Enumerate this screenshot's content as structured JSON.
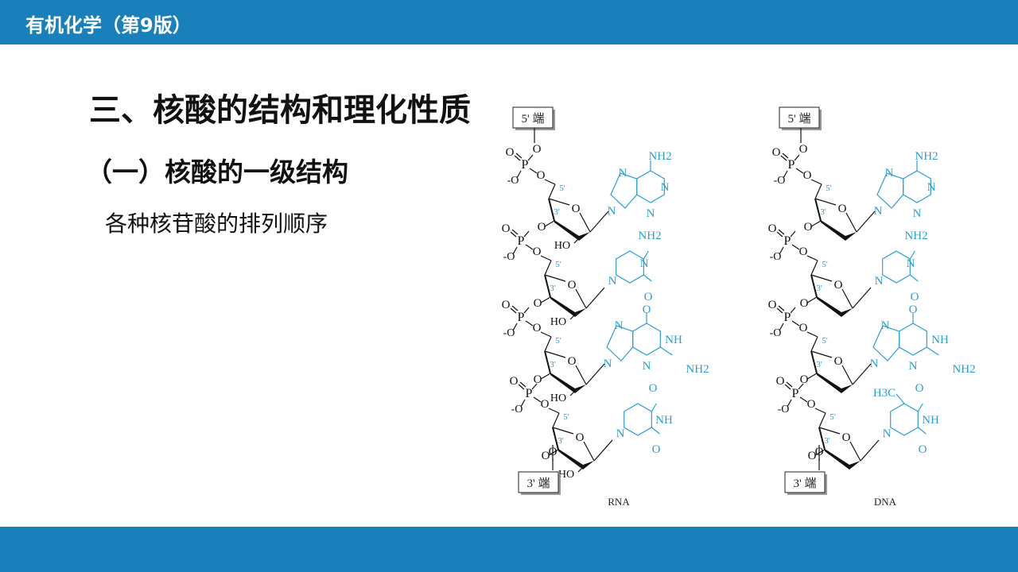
{
  "header": {
    "title": "有机化学（第9版）"
  },
  "slide": {
    "heading": "三、核酸的结构和理化性质",
    "subheading": "（一）核酸的一级结构",
    "body": "各种核苷酸的排列顺序"
  },
  "colors": {
    "bar": "#1a80bb",
    "base": "#2a9fd0",
    "backbone": "#111111"
  },
  "diagram": {
    "five_end": "5' 端",
    "three_end": "3' 端",
    "atoms": {
      "P": "P",
      "O": "O",
      "neg_O": "-O",
      "HO": "HO",
      "c5": "5'",
      "c3": "3'",
      "N": "N",
      "NH": "NH",
      "NH2": "NH2",
      "H3C": "H3C"
    },
    "chains": [
      {
        "label": "RNA",
        "bases": [
          "A",
          "C",
          "G",
          "U"
        ],
        "has_2oh": true
      },
      {
        "label": "DNA",
        "bases": [
          "A",
          "C",
          "G",
          "T"
        ],
        "has_2oh": false
      }
    ]
  }
}
